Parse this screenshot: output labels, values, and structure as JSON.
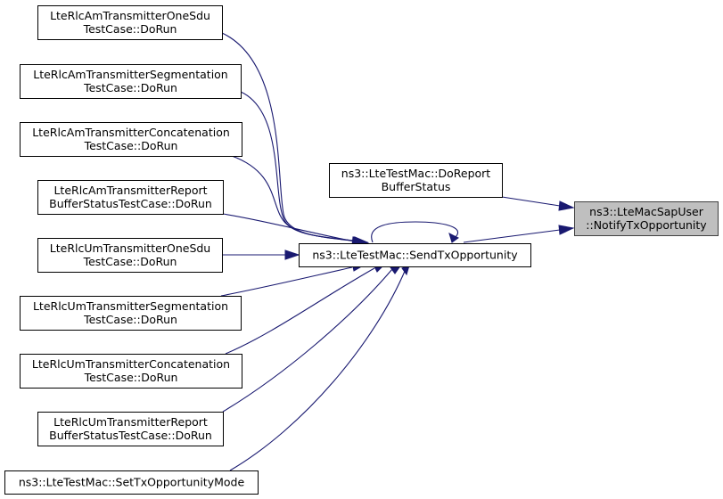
{
  "diagram": {
    "nodes": [
      {
        "id": "am_one_sdu",
        "lines": [
          "LteRlcAmTransmitterOneSdu",
          "TestCase::DoRun"
        ]
      },
      {
        "id": "am_segmentation",
        "lines": [
          "LteRlcAmTransmitterSegmentation",
          "TestCase::DoRun"
        ]
      },
      {
        "id": "am_concatenation",
        "lines": [
          "LteRlcAmTransmitterConcatenation",
          "TestCase::DoRun"
        ]
      },
      {
        "id": "am_report",
        "lines": [
          "LteRlcAmTransmitterReport",
          "BufferStatusTestCase::DoRun"
        ]
      },
      {
        "id": "um_one_sdu",
        "lines": [
          "LteRlcUmTransmitterOneSdu",
          "TestCase::DoRun"
        ]
      },
      {
        "id": "um_segmentation",
        "lines": [
          "LteRlcUmTransmitterSegmentation",
          "TestCase::DoRun"
        ]
      },
      {
        "id": "um_concatenation",
        "lines": [
          "LteRlcUmTransmitterConcatenation",
          "TestCase::DoRun"
        ]
      },
      {
        "id": "um_report",
        "lines": [
          "LteRlcUmTransmitterReport",
          "BufferStatusTestCase::DoRun"
        ]
      },
      {
        "id": "set_tx_mode",
        "lines": [
          "ns3::LteTestMac::SetTxOpportunityMode"
        ]
      },
      {
        "id": "do_report",
        "lines": [
          "ns3::LteTestMac::DoReport",
          "BufferStatus"
        ]
      },
      {
        "id": "send_tx",
        "lines": [
          "ns3::LteTestMac::SendTxOpportunity"
        ]
      },
      {
        "id": "notify_tx",
        "lines": [
          "ns3::LteMacSapUser",
          "::NotifyTxOpportunity"
        ],
        "highlighted": true
      }
    ],
    "edges": [
      {
        "from": "am_one_sdu",
        "to": "send_tx"
      },
      {
        "from": "am_segmentation",
        "to": "send_tx"
      },
      {
        "from": "am_concatenation",
        "to": "send_tx"
      },
      {
        "from": "am_report",
        "to": "send_tx"
      },
      {
        "from": "um_one_sdu",
        "to": "send_tx"
      },
      {
        "from": "um_segmentation",
        "to": "send_tx"
      },
      {
        "from": "um_concatenation",
        "to": "send_tx"
      },
      {
        "from": "um_report",
        "to": "send_tx"
      },
      {
        "from": "set_tx_mode",
        "to": "send_tx"
      },
      {
        "from": "send_tx",
        "to": "send_tx"
      },
      {
        "from": "do_report",
        "to": "notify_tx"
      },
      {
        "from": "send_tx",
        "to": "notify_tx"
      }
    ],
    "colors": {
      "edge": "#191970",
      "highlight_fill": "#bfbfbf",
      "node_border": "#000000"
    }
  }
}
